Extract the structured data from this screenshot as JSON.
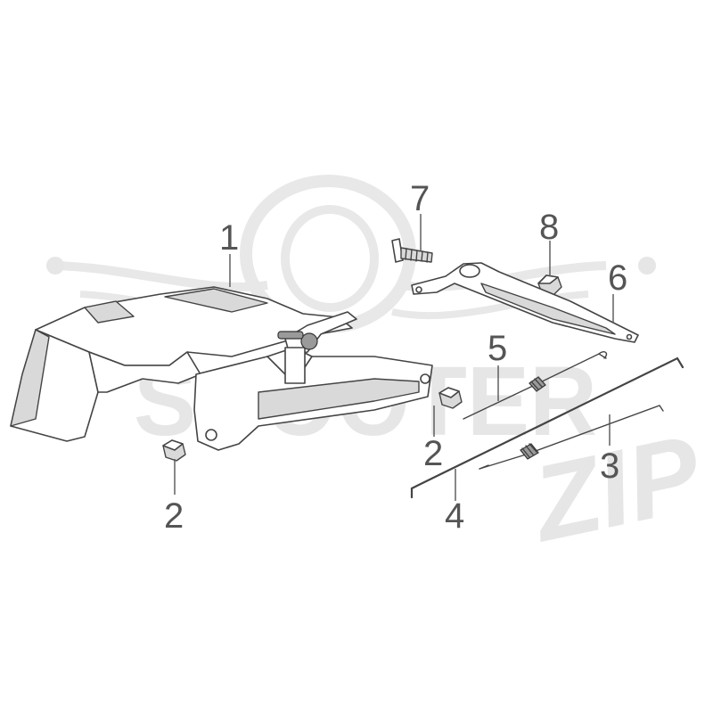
{
  "diagram": {
    "callouts": [
      {
        "id": "c1",
        "label": "1"
      },
      {
        "id": "c2a",
        "label": "2"
      },
      {
        "id": "c2b",
        "label": "2"
      },
      {
        "id": "c3",
        "label": "3"
      },
      {
        "id": "c4",
        "label": "4"
      },
      {
        "id": "c5",
        "label": "5"
      },
      {
        "id": "c6",
        "label": "6"
      },
      {
        "id": "c7",
        "label": "7"
      },
      {
        "id": "c8",
        "label": "8"
      }
    ]
  },
  "watermark": {
    "text_main": "SCOOTER",
    "text_script": "ZIP"
  },
  "colors": {
    "line": "#444444",
    "label": "#555555",
    "watermark": "#e6e6e6",
    "background": "#ffffff"
  }
}
